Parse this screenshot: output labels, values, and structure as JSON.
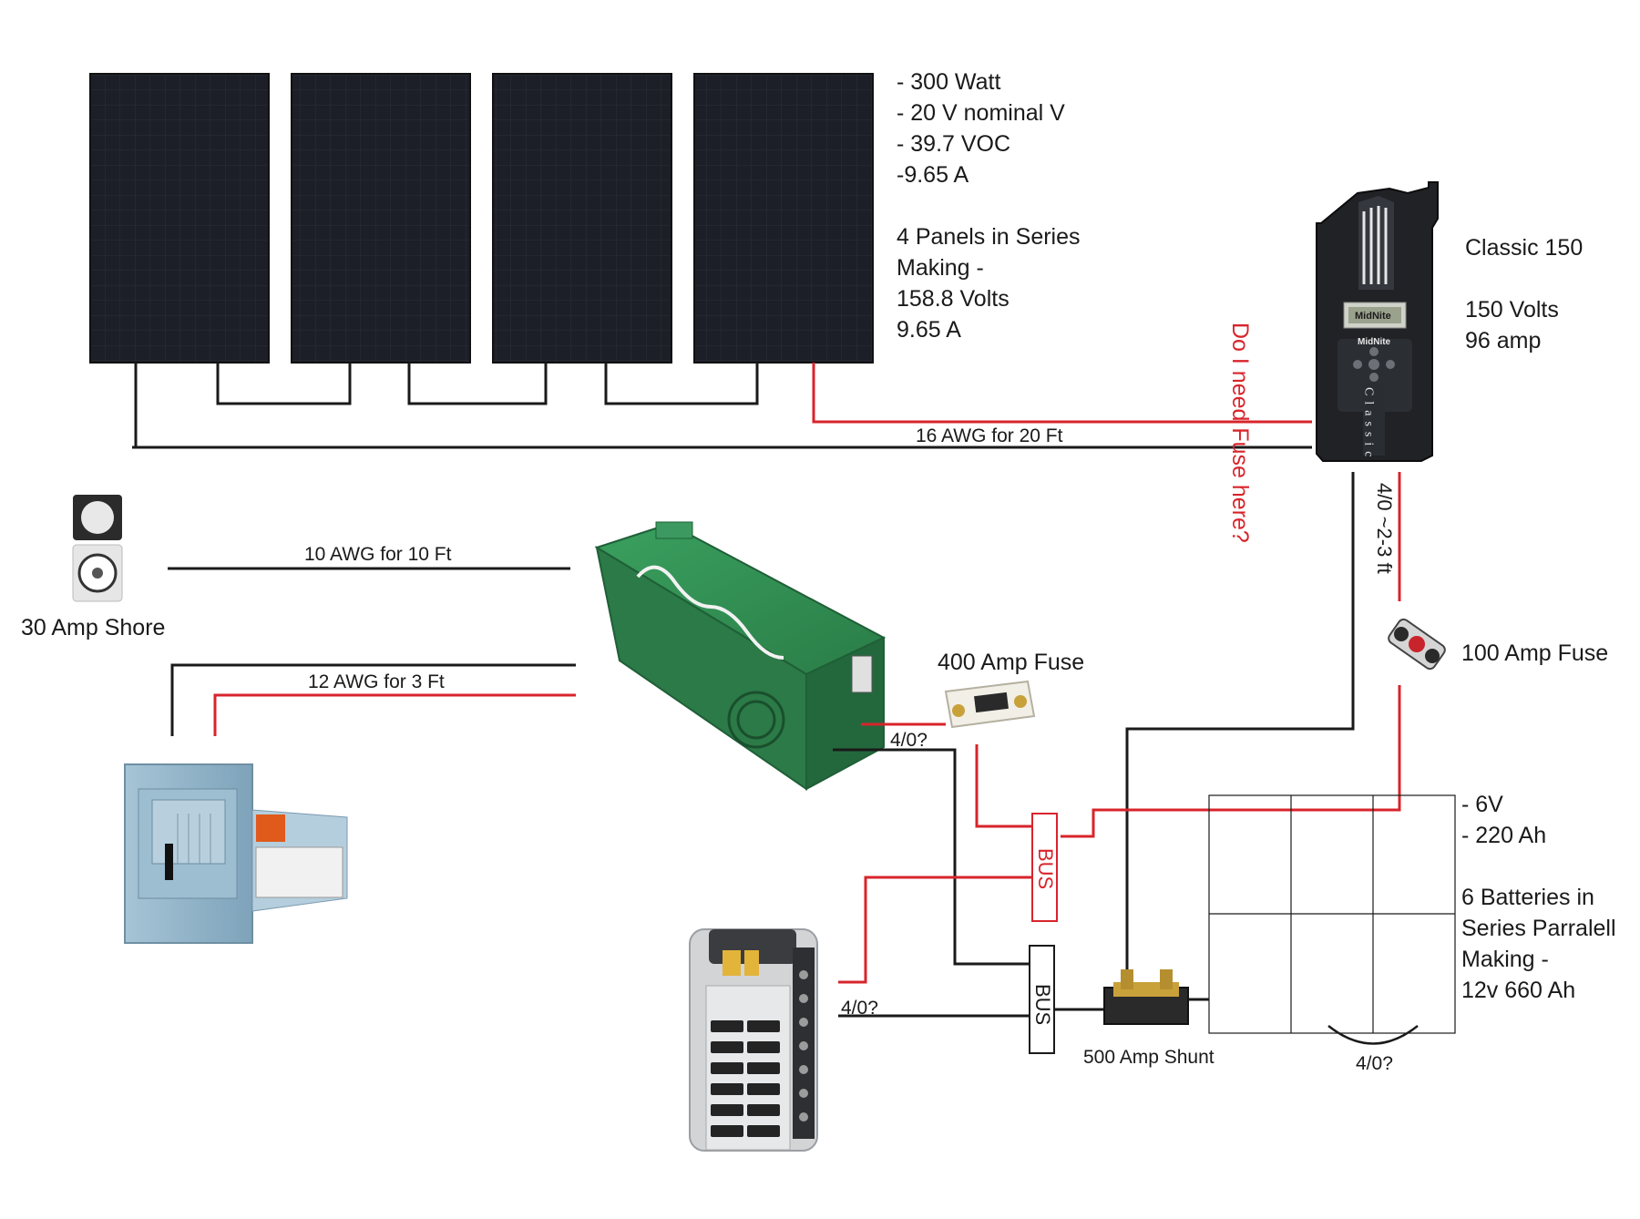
{
  "colors": {
    "positive_wire": "#d8242b",
    "negative_wire": "#1a1a1a",
    "panel": "#1c1f27",
    "inverter": "#2f8a4f",
    "breaker_box": "#8fb3c9",
    "controller": "#202226"
  },
  "panel_specs": {
    "lines": [
      "- 300 Watt",
      "- 20 V nominal V",
      "- 39.7 VOC",
      "-9.65 A",
      "",
      "4 Panels in Series",
      "Making -",
      "158.8 Volts",
      "9.65 A"
    ]
  },
  "controller": {
    "name": "Classic 150",
    "volts": "150 Volts",
    "amps": "96 amp",
    "brand_text": "MidNite",
    "vertical_text": "Classic"
  },
  "wires": {
    "pv_run": "16 AWG for 20 Ft",
    "shore_run": "10 AWG for 10 Ft",
    "panel_run": "12 AWG for 3 Ft",
    "controller_to_battery": "4/0 ~2-3 ft",
    "inverter_pos": "4/0?",
    "dc_panel": "4/0?",
    "battery_jumper": "4/0?"
  },
  "question": "Do I need Fuse here?",
  "components": {
    "shore": "30 Amp Shore",
    "inverter_fuse": "400 Amp Fuse",
    "controller_fuse": "100 Amp Fuse",
    "shunt": "500 Amp Shunt",
    "bus_pos": "BUS",
    "bus_neg": "BUS"
  },
  "battery_specs": {
    "lines": [
      "- 6V",
      "-  220 Ah",
      "",
      "6 Batteries in",
      "Series Parralell",
      "Making -",
      "12v 660 Ah"
    ]
  }
}
